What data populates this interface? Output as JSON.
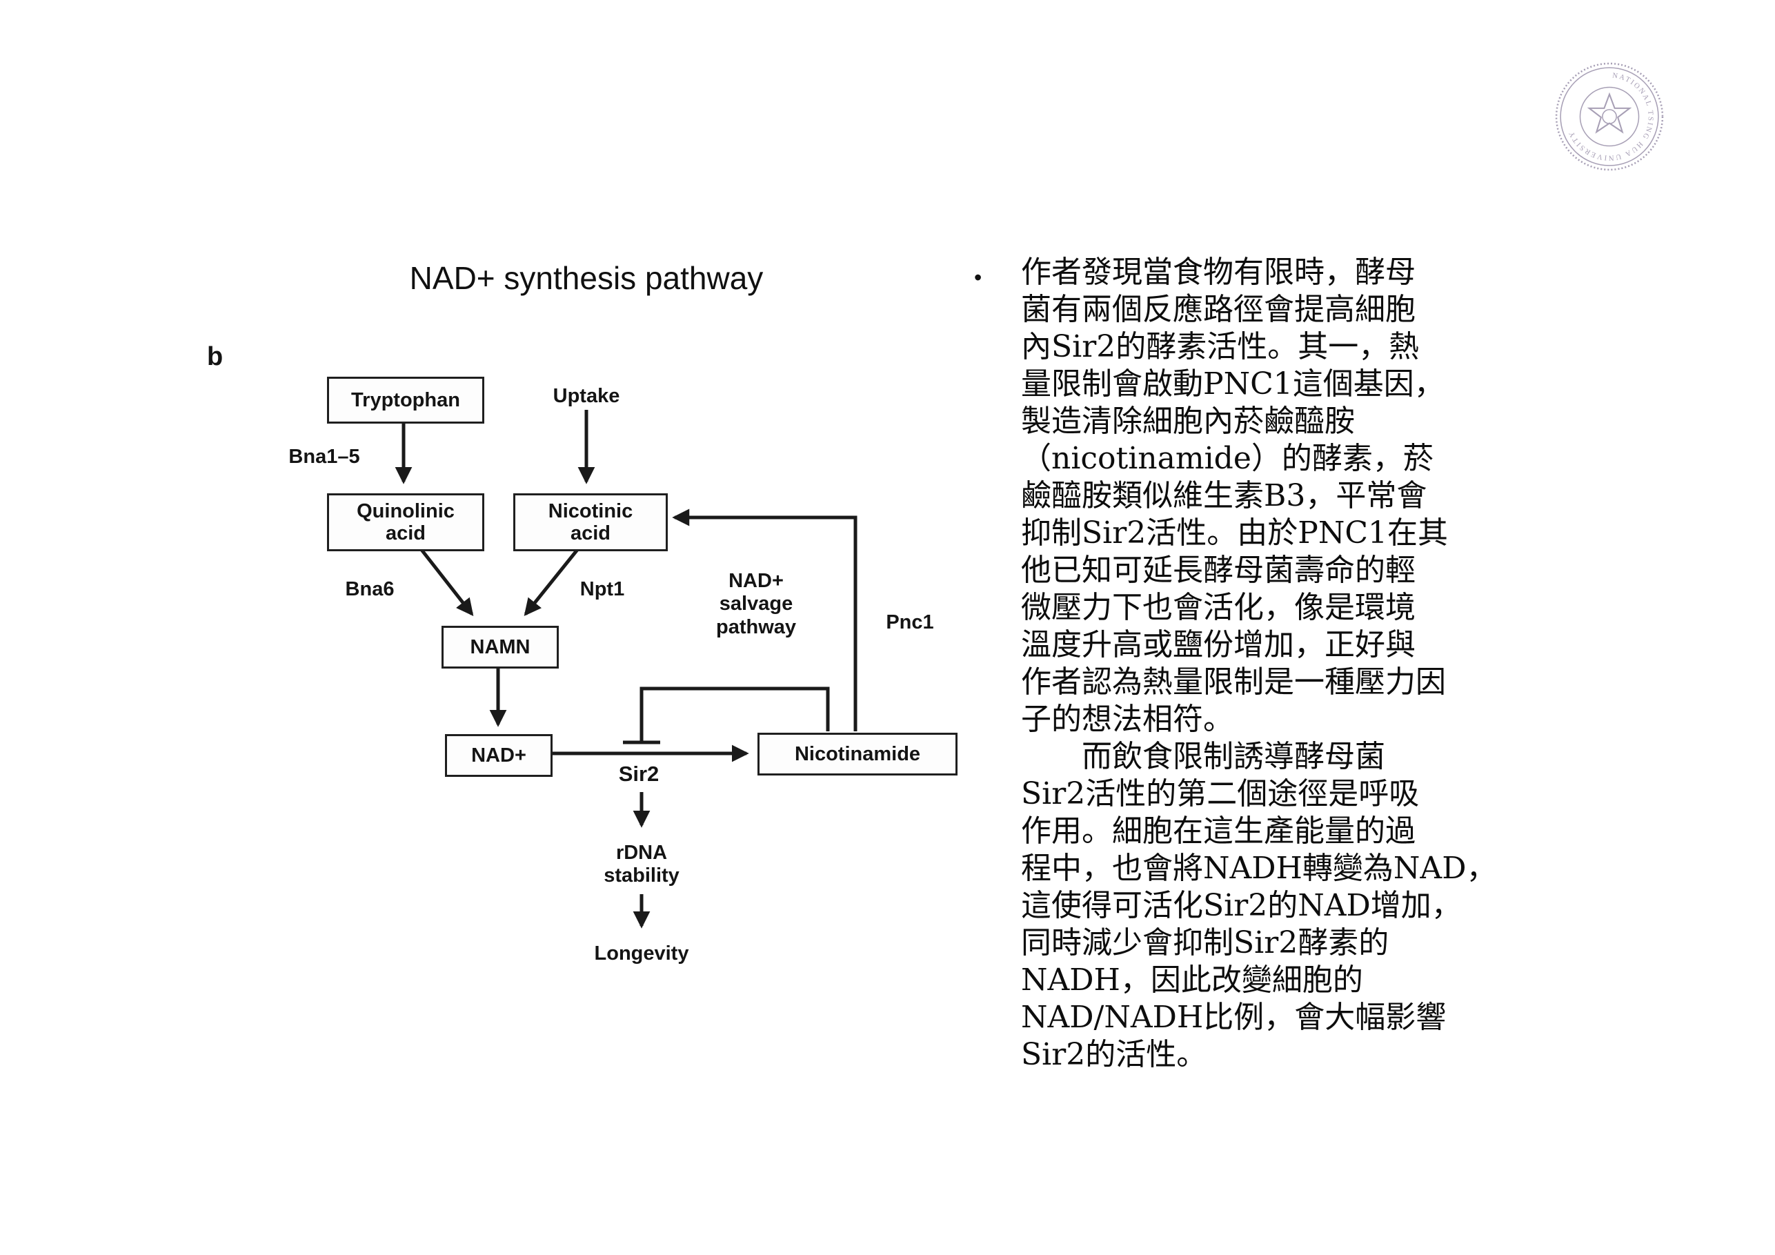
{
  "slide": {
    "title": "NAD+ synthesis pathway",
    "bullet_glyph": "•"
  },
  "logo": {
    "name": "national-tsing-hua-university-seal",
    "ring_text": "NATIONAL TSING HUA UNIVERSITY",
    "color": "#a79fb5"
  },
  "diagram": {
    "panel_label": "b",
    "boxes": {
      "tryptophan": "Tryptophan",
      "quinolinic_acid": "Quinolinic\nacid",
      "nicotinic_acid": "Nicotinic\nacid",
      "namn": "NAMN",
      "nad": "NAD+",
      "nicotinamide": "Nicotinamide"
    },
    "labels": {
      "uptake": "Uptake",
      "bna1_5": "Bna1–5",
      "bna6": "Bna6",
      "npt1": "Npt1",
      "salvage": "NAD+\nsalvage\npathway",
      "pnc1": "Pnc1",
      "sir2": "Sir2",
      "rdna_stability": "rDNA\nstability",
      "longevity": "Longevity"
    }
  },
  "paragraph": {
    "text": "作者發現當食物有限時，酵母\n菌有兩個反應路徑會提高細胞\n內Sir2的酵素活性。其一，熱\n量限制會啟動PNC1這個基因，\n製造清除細胞內菸鹼醯胺\n（nicotinamide）的酵素，菸\n鹼醯胺類似維生素B3，平常會\n抑制Sir2活性。由於PNC1在其\n他已知可延長酵母菌壽命的輕\n微壓力下也會活化，像是環境\n溫度升高或鹽份增加，正好與\n作者認為熱量限制是一種壓力因\n子的想法相符。\n　　而飲食限制誘導酵母菌\nSir2活性的第二個途徑是呼吸\n作用。細胞在這生產能量的過\n程中，也會將NADH轉變為NAD，\n這使得可活化Sir2的NAD增加，\n同時減少會抑制Sir2酵素的\nNADH，因此改變細胞的\nNAD/NADH比例，會大幅影響\nSir2的活性。"
  }
}
